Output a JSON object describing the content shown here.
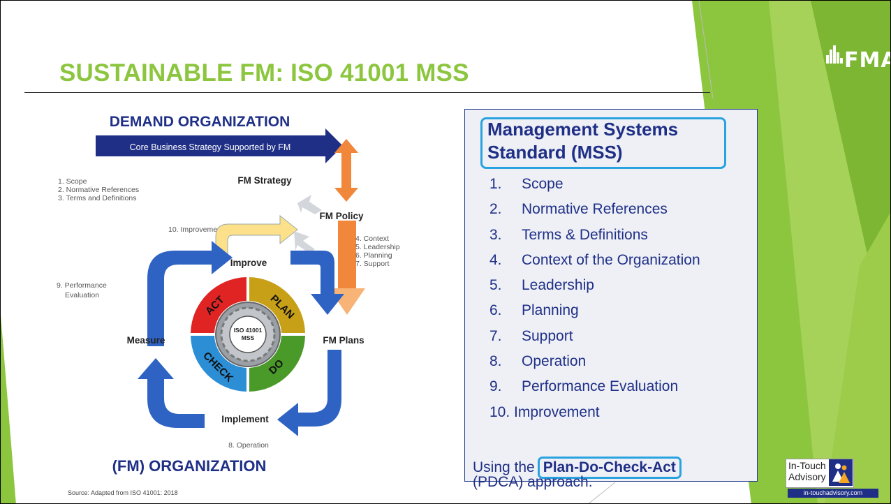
{
  "slide": {
    "title": "SUSTAINABLE FM: ISO 41001 MSS",
    "brand": "FMA"
  },
  "diagram": {
    "header": "DEMAND ORGANIZATION",
    "banner": "Core Business Strategy Supported by FM",
    "fm_strategy": "FM Strategy",
    "fm_policy": "FM Policy",
    "fm_plans": "FM Plans",
    "improve": "Improve",
    "measure": "Measure",
    "implement": "Implement",
    "clauses_top": [
      "1. Scope",
      "2. Normative References",
      "3. Terms and Definitions"
    ],
    "improvement_note": "10. Improvement",
    "clauses_right": [
      "4. Context",
      "5. Leadership",
      "6. Planning",
      "7. Support"
    ],
    "performance_note": [
      "9. Performance",
      "Evaluation"
    ],
    "operation_note": "8. Operation",
    "cycle": {
      "act": "ACT",
      "plan": "PLAN",
      "do": "DO",
      "check": "CHECK"
    },
    "hub": [
      "ISO 41001",
      "MSS"
    ],
    "footer": "(FM) ORGANIZATION",
    "source": "Source: Adapted from ISO 41001: 2018"
  },
  "standard": {
    "heading_line1": "Management Systems",
    "heading_line2": "Standard (MSS)",
    "items": [
      {
        "num": "1.",
        "label": "Scope"
      },
      {
        "num": "2.",
        "label": "Normative References"
      },
      {
        "num": "3.",
        "label": "Terms & Definitions"
      },
      {
        "num": "4.",
        "label": "Context of the Organization"
      },
      {
        "num": "5.",
        "label": "Leadership"
      },
      {
        "num": "6.",
        "label": "Planning"
      },
      {
        "num": "7.",
        "label": "Support"
      },
      {
        "num": "8.",
        "label": "Operation"
      },
      {
        "num": "9.",
        "label": "Performance Evaluation"
      },
      {
        "num": "10.",
        "label": "Improvement"
      }
    ],
    "pdca_prefix": "Using the",
    "pdca_highlight": "Plan-Do-Check-Act",
    "pdca_suffix": "(PDCA) approach."
  },
  "badge": {
    "line1": "In-Touch",
    "line2": "Advisory",
    "url": "in-touchadvisory.com"
  },
  "colors": {
    "title_green": "#8cc63f",
    "navy": "#1f2f86",
    "highlight_blue": "#29a3e0",
    "orange": "#f0873a",
    "act_red": "#e02323",
    "plan_gold": "#c8a018",
    "do_green": "#4a9a2a",
    "check_blue": "#2c8fd6"
  }
}
